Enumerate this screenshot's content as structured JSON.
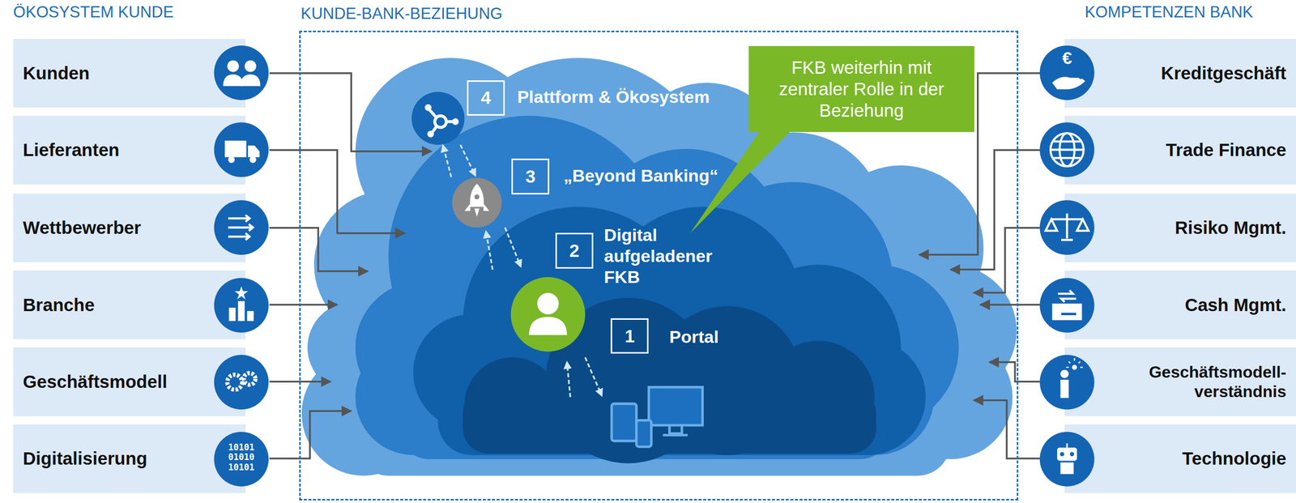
{
  "diagram": {
    "nodes": [
      {
        "text": [
          "Kunden"
        ]
      },
      {
        "text": [
          "Lieferanten"
        ]
      },
      {
        "text": [
          "Wettbewerber"
        ]
      },
      {
        "text": [
          "Branche"
        ]
      },
      {
        "text": [
          "Geschäftsmodell"
        ]
      },
      {
        "text": [
          "Digitalisierung"
        ]
      },
      {
        "text": [
          "KUNDE-BANK-BEZIEHUNG"
        ]
      },
      {
        "text": [
          "4",
          "Plattform & Ökosystem"
        ],
        "in": 6
      },
      {
        "text": [
          "3",
          "„Beyond Banking“"
        ],
        "in": 7
      },
      {
        "text": [
          "2",
          "Digital aufgeladener FKB"
        ],
        "in": 8
      },
      {
        "text": [
          "1",
          "Portal"
        ],
        "in": 9
      },
      {
        "text": [
          "FKB weiterhin mit zentraler Rolle in der Beziehung"
        ],
        "in": 6
      },
      {
        "text": [
          "Kreditgeschäft"
        ]
      },
      {
        "text": [
          "Trade Finance"
        ]
      },
      {
        "text": [
          "Risiko Mgmt."
        ]
      },
      {
        "text": [
          "Cash Mgmt."
        ]
      },
      {
        "text": [
          "Geschäftsmodell- verständnis"
        ]
      },
      {
        "text": [
          "Technologie"
        ]
      }
    ],
    "edges": [
      {
        "from": 0,
        "to": 7,
        "arrow": "to"
      },
      {
        "from": 1,
        "to": 7,
        "arrow": "to"
      },
      {
        "from": 2,
        "to": 7,
        "arrow": "to"
      },
      {
        "from": 3,
        "to": 7,
        "arrow": "to"
      },
      {
        "from": 4,
        "to": 7,
        "arrow": "to"
      },
      {
        "from": 5,
        "to": 7,
        "arrow": "to"
      },
      {
        "from": 12,
        "to": 7,
        "arrow": "to"
      },
      {
        "from": 13,
        "to": 7,
        "arrow": "to"
      },
      {
        "from": 14,
        "to": 7,
        "arrow": "to"
      },
      {
        "from": 15,
        "to": 7,
        "arrow": "to"
      },
      {
        "from": 16,
        "to": 7,
        "arrow": "to"
      },
      {
        "from": 17,
        "to": 7,
        "arrow": "to"
      }
    ],
    "labels": [
      "ÖKOSYSTEM KUNDE",
      "KOMPETENZEN BANK",
      "10101 01010 10101",
      "€"
    ]
  }
}
